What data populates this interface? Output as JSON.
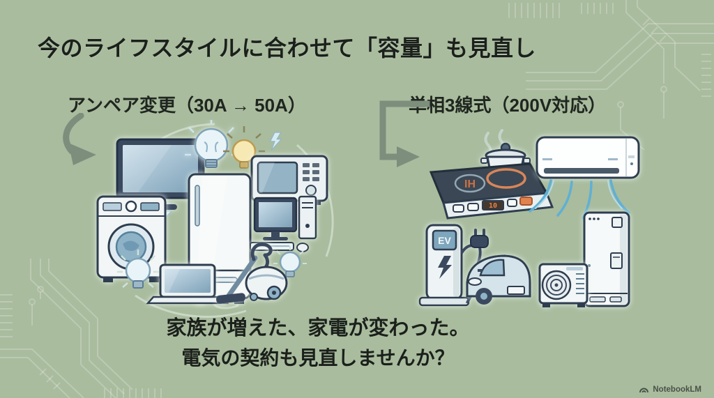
{
  "slide": {
    "title": "今のライフスタイルに合わせて「容量」も見直し"
  },
  "ampere_section": {
    "heading": "アンペア変更（30A → 50A）",
    "icons": [
      "tv-icon",
      "light-bulb-icon",
      "light-bulb-lit-icon",
      "microwave-icon",
      "washing-machine-icon",
      "refrigerator-icon",
      "desktop-computer-icon",
      "laptop-icon",
      "vacuum-cleaner-icon",
      "lightning-bolt-icon"
    ]
  },
  "three_wire_section": {
    "heading": "単相3線式（200V対応）",
    "ih_cooktop": {
      "label": "IH",
      "display_value": "10"
    },
    "ev_charger": {
      "label": "EV"
    },
    "icons": [
      "ih-cooktop-icon",
      "cooking-pot-icon",
      "air-conditioner-icon",
      "airflow-icon",
      "ev-charger-icon",
      "power-plug-icon",
      "electric-car-icon",
      "heat-pump-unit-icon",
      "water-heater-tank-icon"
    ]
  },
  "footer": {
    "line1": "家族が増えた、家電が変わった。",
    "line2": "電気の契約も見直しませんか？"
  },
  "watermark": {
    "label": "NotebookLM"
  },
  "colors": {
    "background": "#a9bc9e",
    "text": "#1b201b",
    "arrow": "#7d8e7c",
    "outline": "#2e3d50",
    "screen_blue": "#b9d0de",
    "accent_orange": "#e0834f",
    "airflow_blue": "#5fb0d4",
    "bulb_yellow": "#f6e9b4",
    "circuit_line": "#ffffff"
  }
}
